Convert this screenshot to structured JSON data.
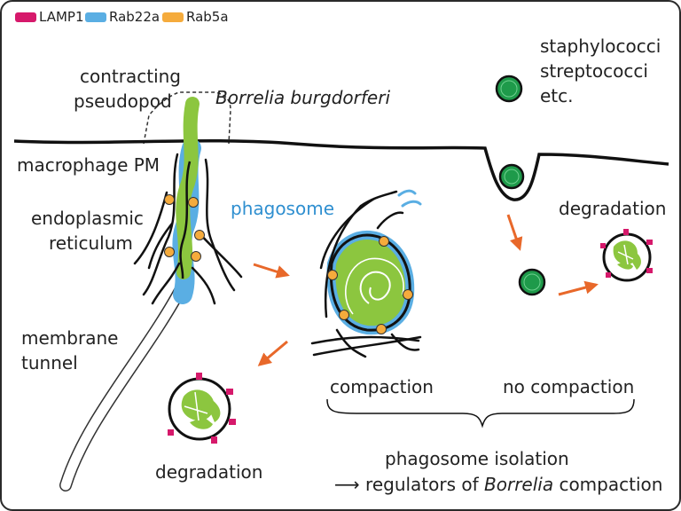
{
  "legend": {
    "items": [
      {
        "label": "LAMP1",
        "color": "#d6196b"
      },
      {
        "label": "Rab22a",
        "color": "#5aaee3"
      },
      {
        "label": "Rab5a",
        "color": "#f5ab3c"
      }
    ]
  },
  "labels": {
    "contracting_pseudopod": [
      "contracting",
      "pseudopod"
    ],
    "borrelia": "Borrelia burgdorferi",
    "macrophage_pm": "macrophage PM",
    "endoplasmic_reticulum": [
      "endoplasmic",
      "reticulum"
    ],
    "phagosome": "phagosome",
    "membrane_tunnel": [
      "membrane",
      "tunnel"
    ],
    "bacteria": [
      "staphylococci",
      "streptococci",
      "etc."
    ],
    "degradation_right": "degradation",
    "degradation_left": "degradation",
    "compaction": "compaction",
    "no_compaction": "no compaction",
    "isolation_line1": "phagosome isolation",
    "isolation_line2_prefix": "regulators of ",
    "isolation_line2_italic": "Borrelia",
    "isolation_line2_suffix": " compaction",
    "isolation_arrow": "⟶"
  },
  "colors": {
    "spirochete_green": "#8cc63f",
    "cocci_green": "#1e9a4a",
    "membrane_black": "#111111",
    "rab22a_blue": "#5aaee3",
    "rab5a_orange": "#f5ab3c",
    "lamp1_magenta": "#d6196b",
    "arrow_orange": "#e8682a",
    "phagosome_text": "#2f8fd0"
  }
}
